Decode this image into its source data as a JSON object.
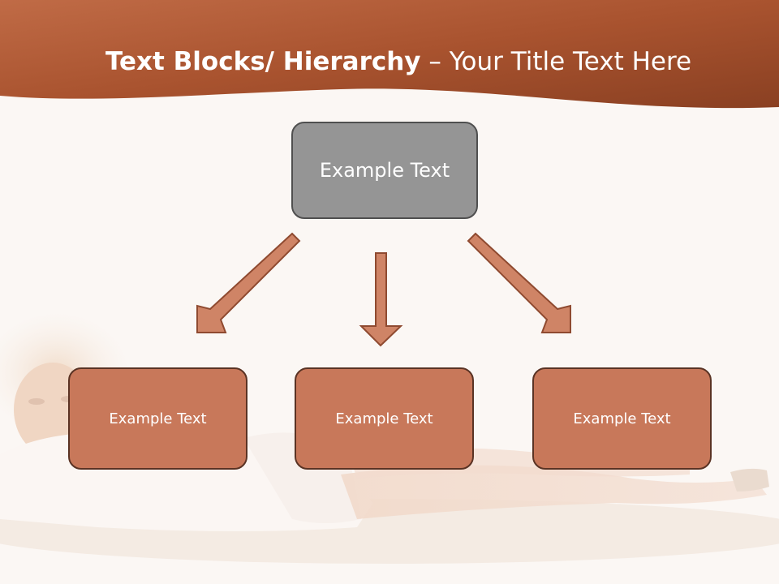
{
  "slide": {
    "title_bold": "Text Blocks/ Hierarchy",
    "title_rest": " – Your Title Text Here"
  },
  "diagram": {
    "root": {
      "label": "Example Text"
    },
    "children": [
      {
        "label": "Example Text"
      },
      {
        "label": "Example Text"
      },
      {
        "label": "Example Text"
      }
    ]
  },
  "colors": {
    "header_band": "#b8603a",
    "root_fill": "#959595",
    "child_fill": "#c8785a",
    "arrow_fill": "#cf8466",
    "arrow_stroke": "#8f4a30"
  }
}
